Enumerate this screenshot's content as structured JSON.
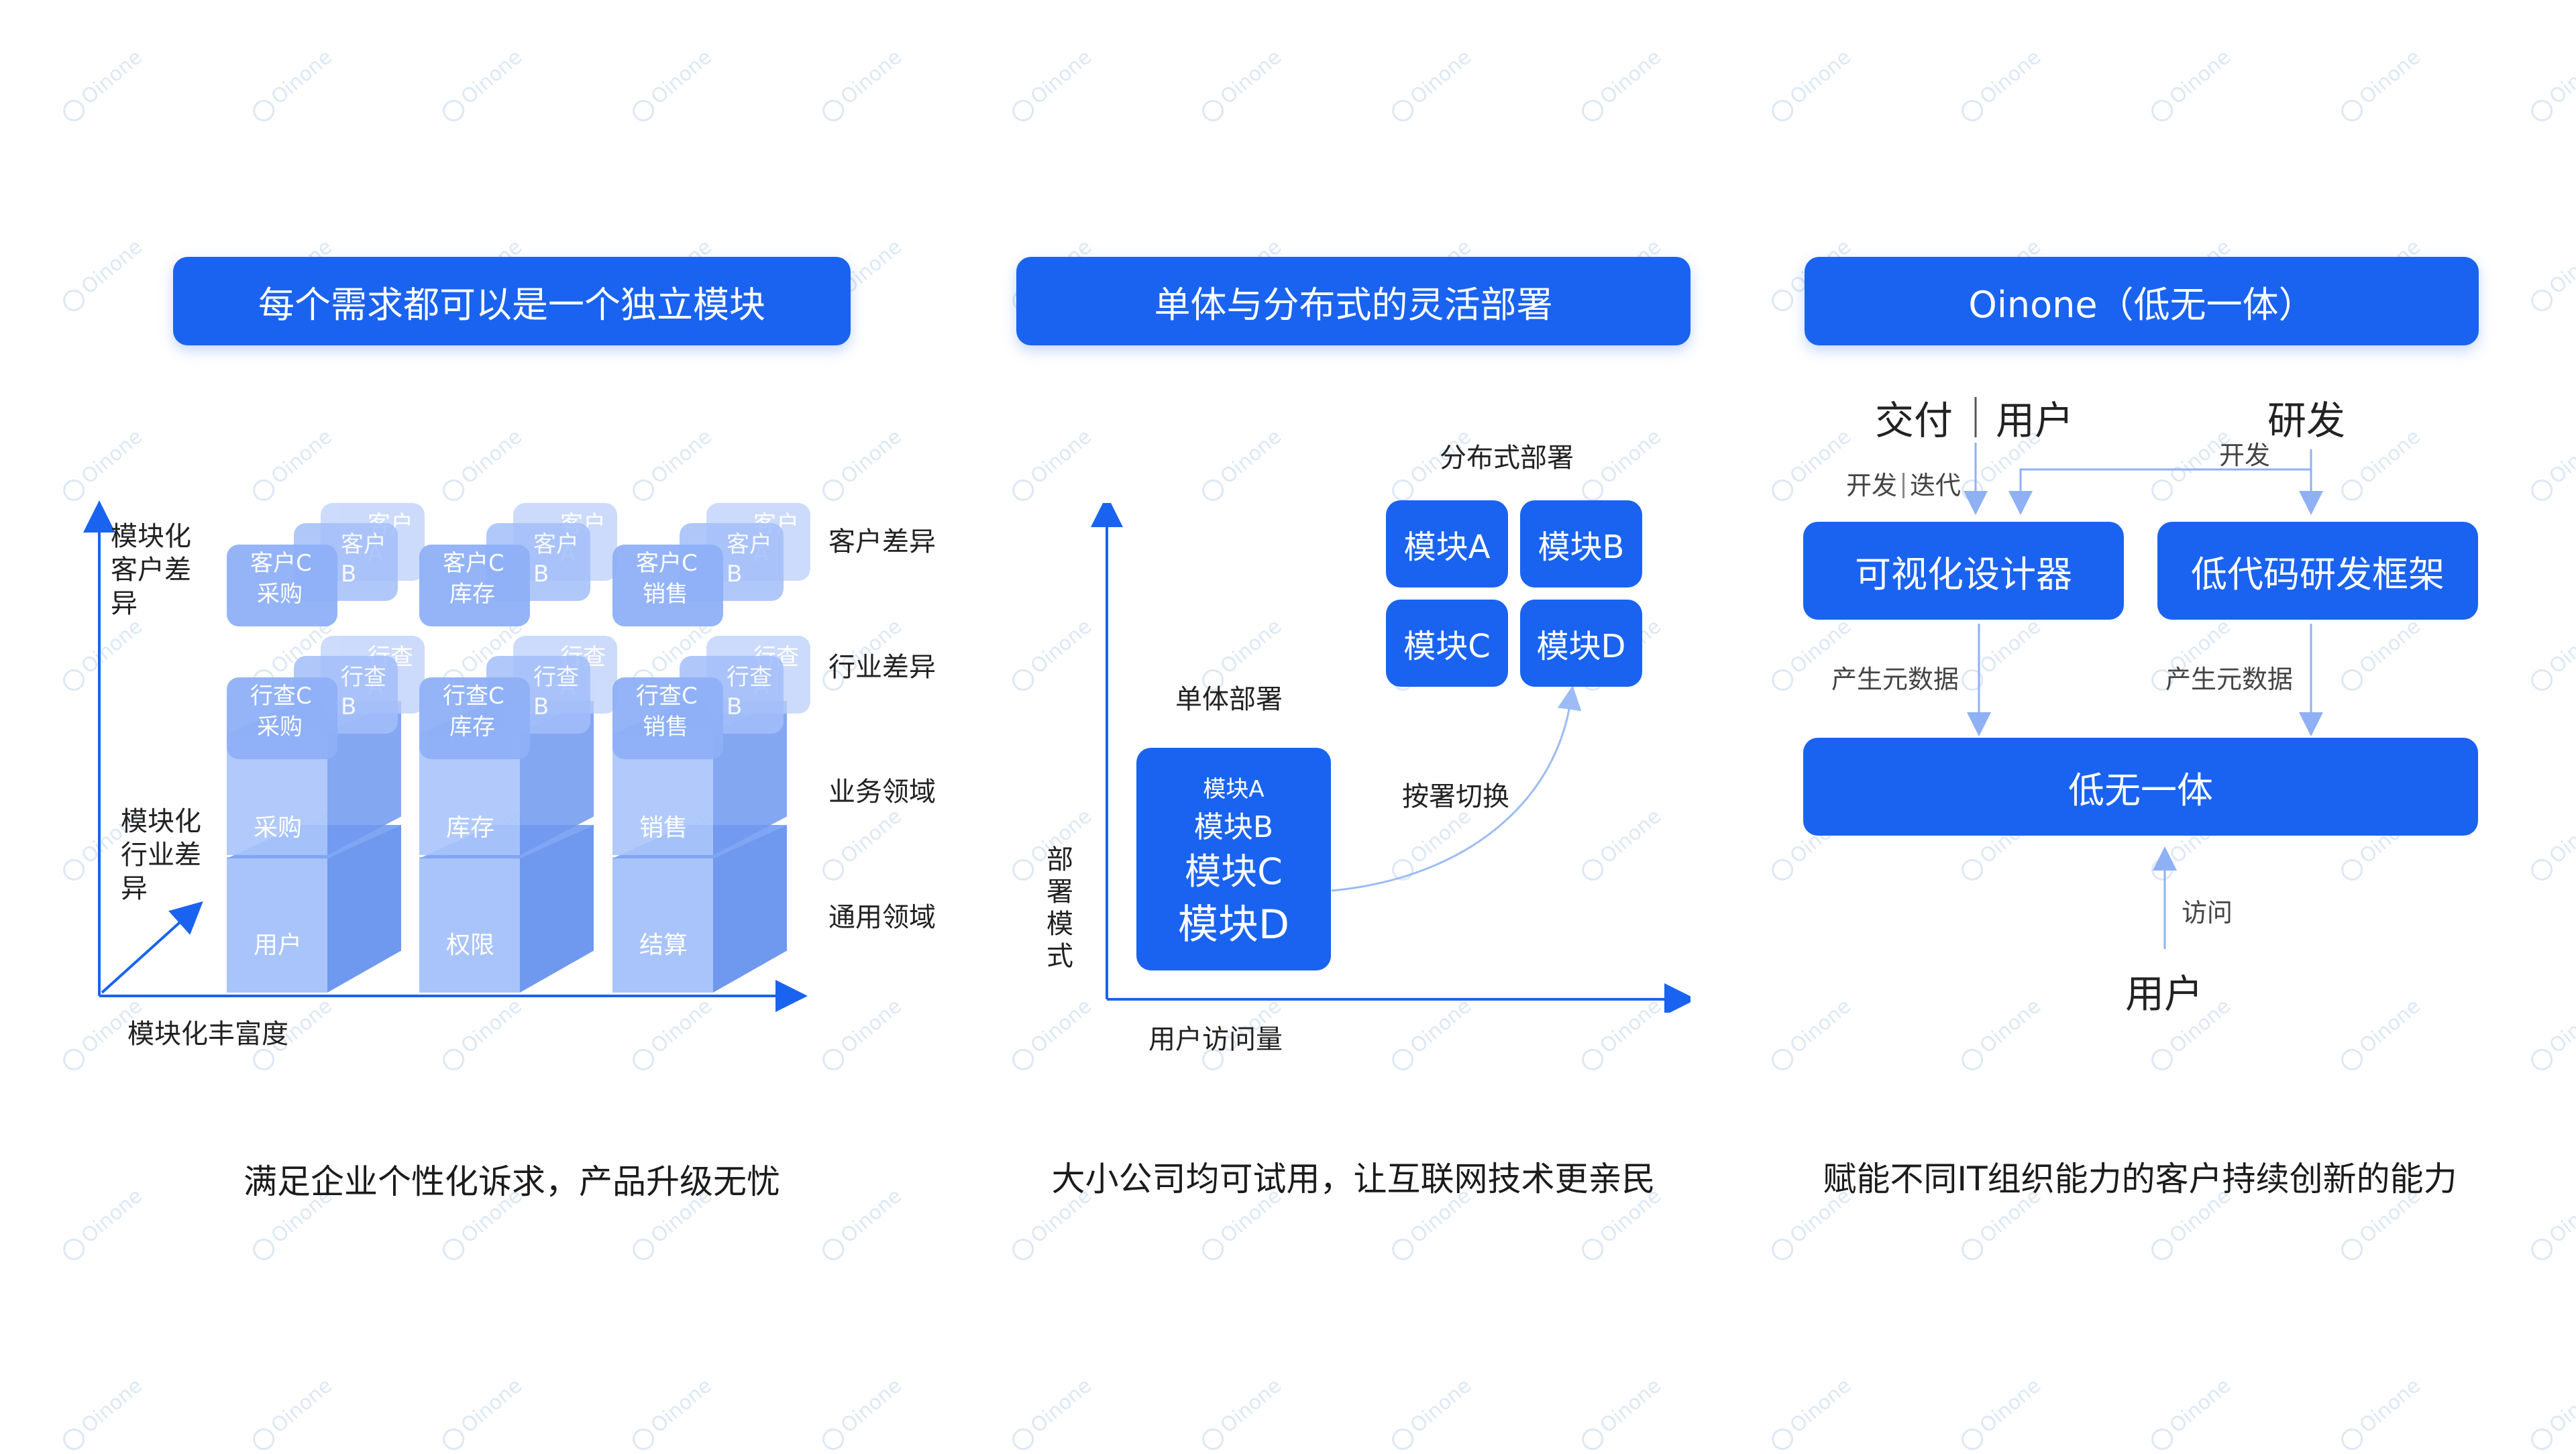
{
  "watermark": "Oinone",
  "panel1": {
    "header": "每个需求都可以是一个独立模块",
    "y_label_top": [
      "模块化",
      "客户差",
      "异"
    ],
    "y_label_mid": [
      "模块化",
      "行业差",
      "异"
    ],
    "x_label": "模块化丰富度",
    "right_labels": [
      "客户差异",
      "行业差异",
      "业务领域",
      "通用领域"
    ],
    "columns": [
      {
        "base": "用户",
        "domain": "采购",
        "industry": [
          "行查C",
          "行查B",
          "行查A",
          "采购"
        ],
        "customer": [
          "客户C",
          "客户B",
          "客户A",
          "采购"
        ]
      },
      {
        "base": "权限",
        "domain": "库存",
        "industry": [
          "行查C",
          "行查B",
          "行查A",
          "库存"
        ],
        "customer": [
          "客户C",
          "客户B",
          "客户A",
          "库存"
        ]
      },
      {
        "base": "结算",
        "domain": "销售",
        "industry": [
          "行查C",
          "行查B",
          "行查A",
          "销售"
        ],
        "customer": [
          "客户C",
          "客户B",
          "客户A",
          "销售"
        ]
      }
    ],
    "caption": "满足企业个性化诉求，产品升级无忧"
  },
  "panel2": {
    "header": "单体与分布式的灵活部署",
    "distributed_label": "分布式部署",
    "modules": [
      "模块A",
      "模块B",
      "模块C",
      "模块D"
    ],
    "mono_label": "单体部署",
    "mono_items": [
      "模块A",
      "模块B",
      "模块C",
      "模块D"
    ],
    "switch_label": "按署切换",
    "y_label": [
      "部",
      "署",
      "模",
      "式"
    ],
    "x_label": "用户访问量",
    "caption": "大小公司均可试用，让互联网技术更亲民"
  },
  "panel3": {
    "header": "Oinone（低无一体）",
    "delivery": "交付",
    "user_top": "用户",
    "rd": "研发",
    "dev_iter_1": "开发",
    "dev_iter_2": "迭代",
    "dev": "开发",
    "designer": "可视化设计器",
    "framework": "低代码研发框架",
    "meta_left": "产生元数据",
    "meta_right": "产生元数据",
    "platform": "低无一体",
    "access": "访问",
    "user_bottom": "用户",
    "caption": "赋能不同IT组织能力的客户持续创新的能力"
  },
  "colors": {
    "primary": "#1a63f0",
    "light_block": "#a9c4fb",
    "card": "#8fb0f7",
    "axis": "#1a63f0"
  }
}
